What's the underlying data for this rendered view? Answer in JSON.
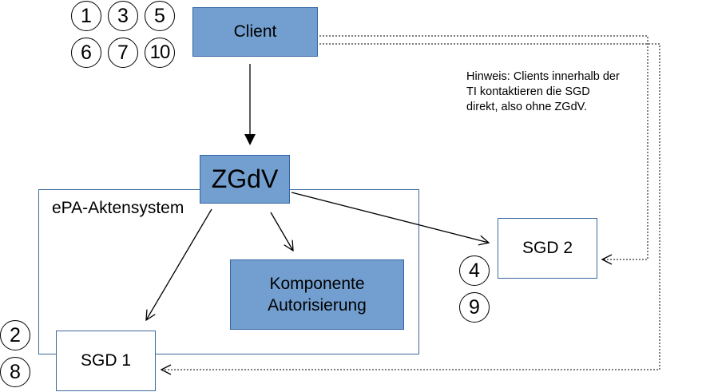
{
  "diagram": {
    "container_label": "ePA-Aktensystem",
    "nodes": {
      "client": "Client",
      "zgdv": "ZGdV",
      "komponente_line1": "Komponente",
      "komponente_line2": "Autorisierung",
      "sgd1": "SGD 1",
      "sgd2": "SGD 2"
    },
    "step_numbers": {
      "client_group": [
        "1",
        "3",
        "5",
        "6",
        "7",
        "10"
      ],
      "sgd1_group": [
        "2",
        "8"
      ],
      "sgd2_group": [
        "4",
        "9"
      ]
    },
    "hint_lines": [
      "Hinweis: Clients innerhalb der",
      "TI kontaktieren die SGD",
      "direkt, also ohne ZGdV."
    ],
    "edges": [
      {
        "from": "client",
        "to": "zgdv",
        "style": "solid"
      },
      {
        "from": "zgdv",
        "to": "sgd1",
        "style": "solid"
      },
      {
        "from": "zgdv",
        "to": "komponente",
        "style": "solid"
      },
      {
        "from": "zgdv",
        "to": "sgd2",
        "style": "solid"
      },
      {
        "from": "client",
        "to": "sgd2",
        "style": "dotted"
      },
      {
        "from": "client",
        "to": "sgd1",
        "style": "dotted"
      }
    ],
    "colors": {
      "blue_fill": "#729fcf",
      "blue_border": "#3465a4",
      "box_border": "#3c6a9c"
    }
  }
}
